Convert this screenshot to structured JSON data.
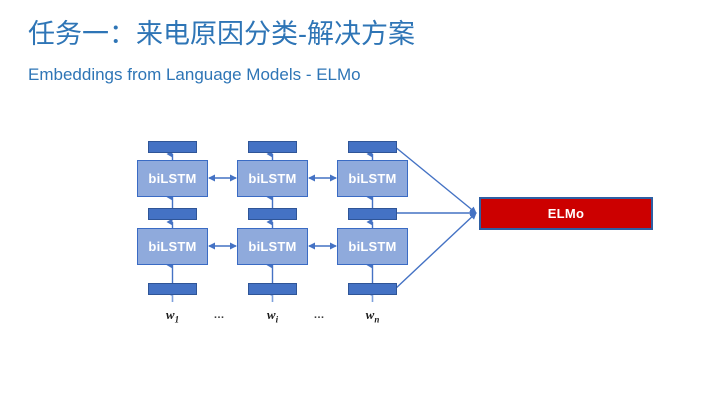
{
  "slide": {
    "title": "任务一：来电原因分类-解决方案",
    "subtitle": "Embeddings from Language Models - ELMo",
    "background_color": "#FFFFFF",
    "title_color": "#2E75B6"
  },
  "diagram": {
    "name": "elmo-architecture-diagram",
    "colors": {
      "lstm_fill": "#8FAADC",
      "lstm_border": "#3A6BC4",
      "hidden_bar_fill": "#4472C4",
      "hidden_bar_border": "#2F5597",
      "arrow": "#4472C4",
      "input_arrow": "#7FA1DC",
      "elmo_fill": "#CC0000",
      "elmo_border": "#2E5FA3",
      "elmo_text": "#FFFFFF"
    },
    "lstm_label": "biLSTM",
    "lstm_cells": [
      {
        "label": "biLSTM",
        "layer": 2,
        "column": 1
      },
      {
        "label": "biLSTM",
        "layer": 2,
        "column": 2
      },
      {
        "label": "biLSTM",
        "layer": 2,
        "column": 3
      },
      {
        "label": "biLSTM",
        "layer": 1,
        "column": 1
      },
      {
        "label": "biLSTM",
        "layer": 1,
        "column": 2
      },
      {
        "label": "biLSTM",
        "layer": 1,
        "column": 3
      }
    ],
    "output_box": {
      "label": "ELMo"
    },
    "inputs": [
      {
        "token": "w",
        "subscript": "1"
      },
      {
        "token": "w",
        "subscript": "i"
      },
      {
        "token": "w",
        "subscript": "n"
      }
    ],
    "ellipses": [
      "…",
      "…"
    ]
  }
}
